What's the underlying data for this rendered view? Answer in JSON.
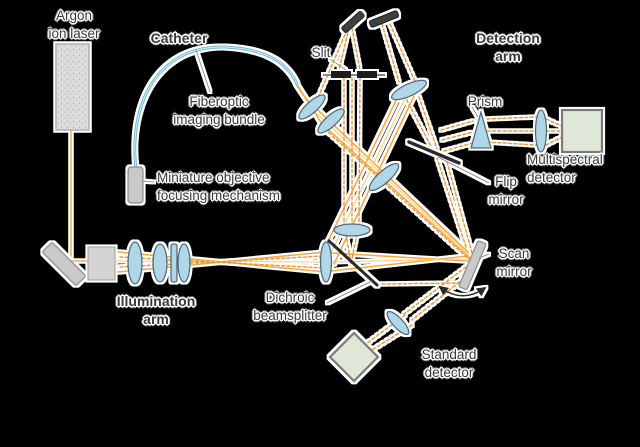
{
  "diagram": {
    "labels": {
      "argon_laser": "Argon\nion laser",
      "catheter": "Catheter",
      "fiberoptic_bundle": "Fiberoptic\nimaging bundle",
      "miniature_objective": "Miniature objective\nfocusing mechanism",
      "slit": "Slit",
      "detection_arm": "Detection\narm",
      "prism": "Prism",
      "multispectral_detector": "Multispectral\ndetector",
      "flip_mirror": "Flip\nmirror",
      "scan_mirror": "Scan\nmirror",
      "illumination_arm": "Illumination\narm",
      "dichroic_beamsplitter": "Dichroic\nbeamsplitter",
      "standard_detector": "Standard\ndetector"
    }
  },
  "colors": {
    "beam_solid": "#F5A93C",
    "beam_light": "#FFCC6E",
    "beam_dashed": "#E59A35",
    "lens_fill": "#AFD7E8",
    "catheter_fiber": "#6FB8D4",
    "catheter_core": "#D8EFF8",
    "detector_fill": "#DFE8D8",
    "mirror_fill": "#C9C9C9"
  }
}
